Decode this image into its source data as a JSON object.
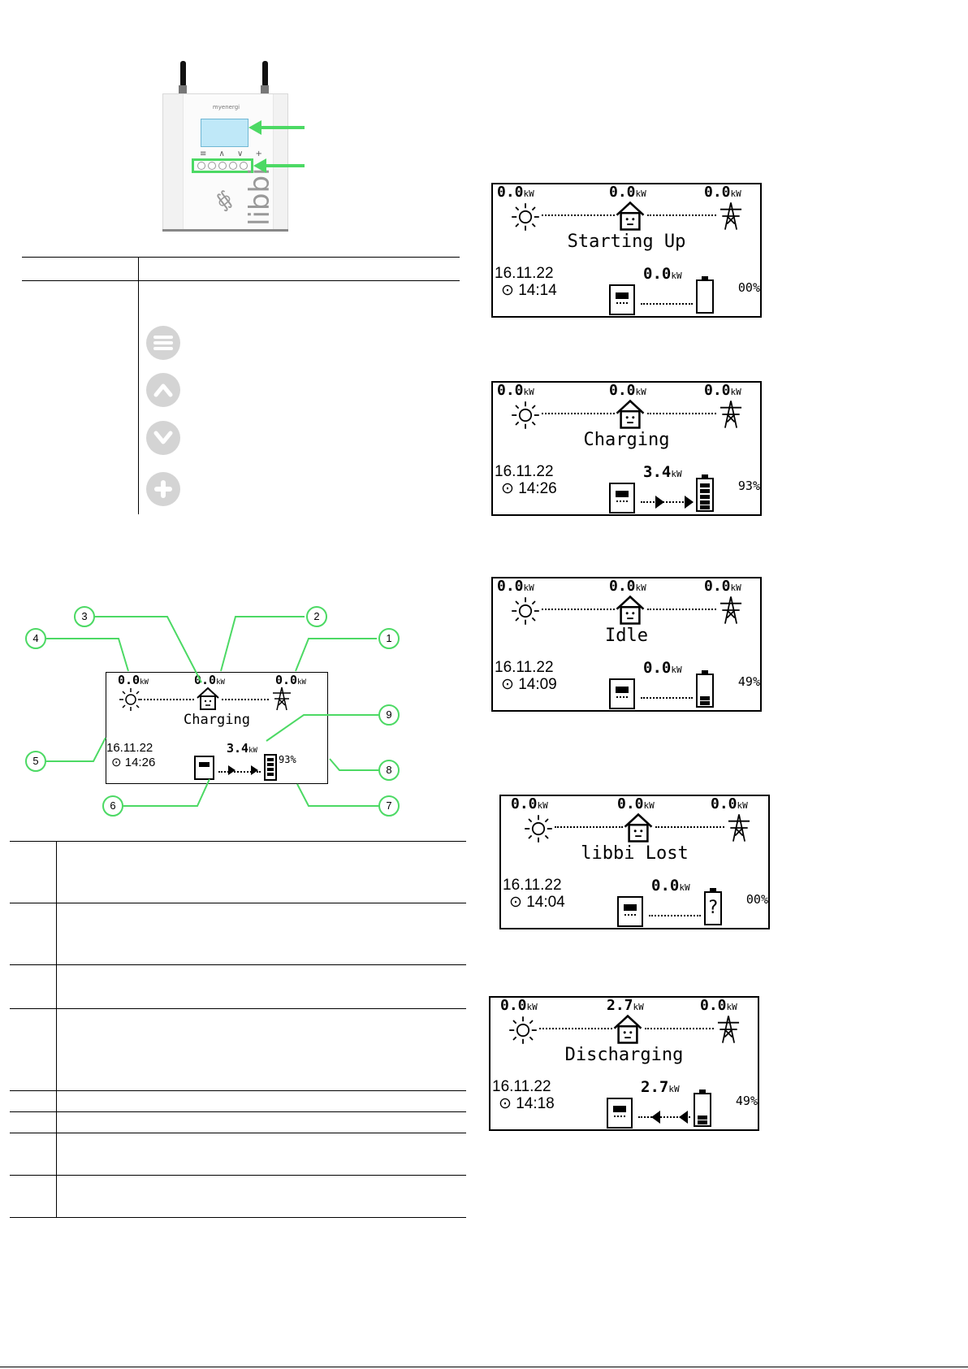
{
  "device": {
    "brand": "myenergi",
    "product": "libbi",
    "logo_glyph": "∯",
    "key_symbols": "≡ ∧ ∨ +"
  },
  "buttons": [
    {
      "icon": "menu-icon",
      "glyph": "≡"
    },
    {
      "icon": "chevron-up-icon",
      "glyph": "∧"
    },
    {
      "icon": "chevron-down-icon",
      "glyph": "∨"
    },
    {
      "icon": "plus-icon",
      "glyph": "+"
    }
  ],
  "screens": {
    "starting_up": {
      "solar": "0.0",
      "house": "0.0",
      "grid": "0.0",
      "unit": "kW",
      "status": "Starting Up",
      "date": "16.11.22",
      "time": "14:14",
      "battery_power": "0.0",
      "battery_pct": "00%",
      "clock_glyph": "⊙"
    },
    "charging": {
      "solar": "0.0",
      "house": "0.0",
      "grid": "0.0",
      "unit": "kW",
      "status": "Charging",
      "date": "16.11.22",
      "time": "14:26",
      "battery_power": "3.4",
      "battery_pct": "93%",
      "clock_glyph": "⊙"
    },
    "idle": {
      "solar": "0.0",
      "house": "0.0",
      "grid": "0.0",
      "unit": "kW",
      "status": "Idle",
      "date": "16.11.22",
      "time": "14:09",
      "battery_power": "0.0",
      "battery_pct": "49%",
      "clock_glyph": "⊙"
    },
    "lost": {
      "solar": "0.0",
      "house": "0.0",
      "grid": "0.0",
      "unit": "kW",
      "status": "libbi Lost",
      "date": "16.11.22",
      "time": "14:04",
      "battery_power": "0.0",
      "battery_pct": "00%",
      "battery_glyph": "?",
      "clock_glyph": "⊙"
    },
    "discharging": {
      "solar": "0.0",
      "house": "2.7",
      "grid": "0.0",
      "unit": "kW",
      "status": "Discharging",
      "date": "16.11.22",
      "time": "14:18",
      "battery_power": "2.7",
      "battery_pct": "49%",
      "clock_glyph": "⊙"
    }
  },
  "callouts": [
    "1",
    "2",
    "3",
    "4",
    "5",
    "6",
    "7",
    "8",
    "9"
  ],
  "colors": {
    "accent": "#4cd964",
    "button_grey": "#d4d4d4",
    "lcd_preview": "#bfe8f8"
  }
}
